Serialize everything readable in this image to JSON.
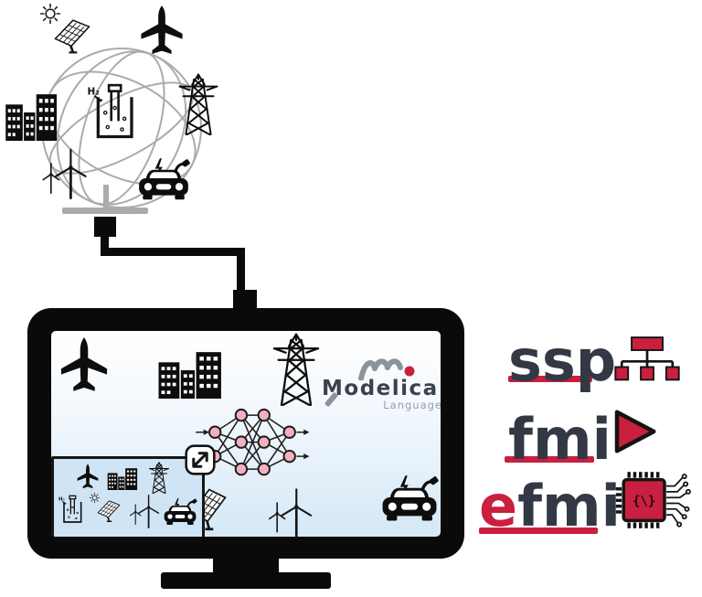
{
  "colors": {
    "accent_red": "#c8203e",
    "logo_navy": "#323945",
    "globe_gray": "#ababab",
    "screen_blue": "#d5e8f6",
    "nn_node_pink": "#f3b0c1"
  },
  "modelica_logo": {
    "title": "Modelica",
    "subtitle": "Language"
  },
  "globe": {
    "h2_label": "H₂"
  },
  "standards": {
    "ssp": {
      "label": "ssp"
    },
    "fmi": {
      "label": "fmi"
    },
    "efmi": {
      "prefix": "e",
      "suffix": "fmi"
    }
  },
  "chip": {
    "code": "{\\}"
  }
}
